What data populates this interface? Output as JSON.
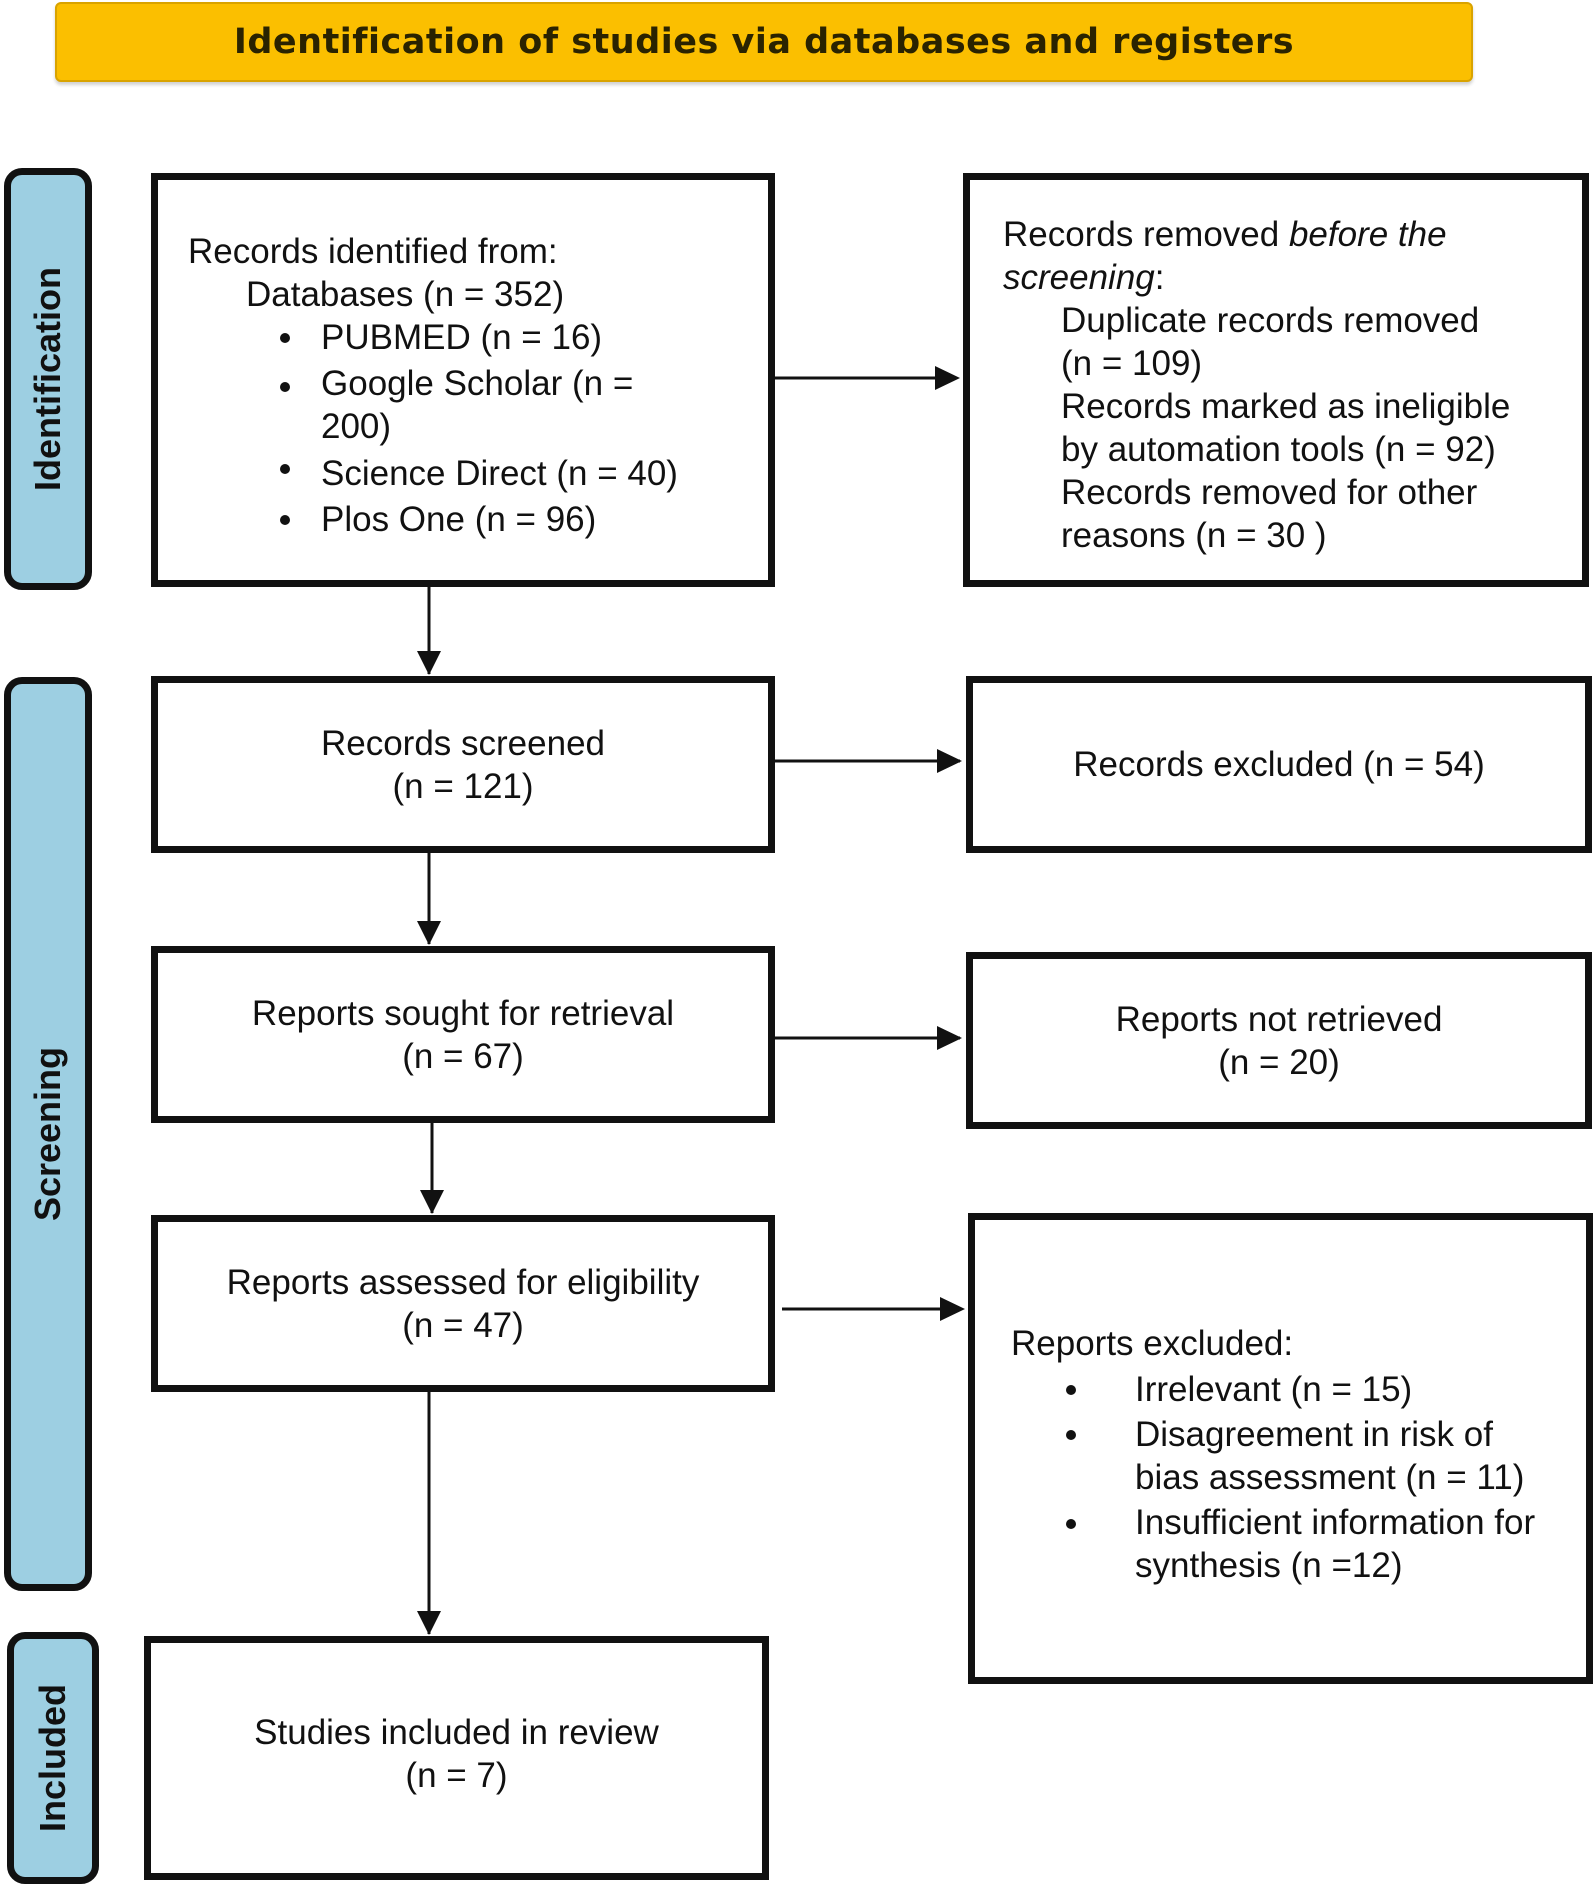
{
  "header": {
    "title": "Identification of studies via databases and registers"
  },
  "phases": {
    "identification": "Identification",
    "screening": "Screening",
    "included": "Included"
  },
  "identified": {
    "heading": "Records identified from:",
    "databases": "Databases (n = 352)",
    "sources": [
      "PUBMED (n = 16)",
      "Google Scholar (n =",
      "200)",
      "Science Direct (n = 40)",
      "Plos One (n = 96)"
    ]
  },
  "removed": {
    "heading_prefix": "Records removed ",
    "heading_italic_1": "before the",
    "heading_italic_2": "screening",
    "heading_suffix": ":",
    "lines": [
      "Duplicate records removed",
      "(n = 109)",
      "Records marked as ineligible",
      "by automation tools (n = 92)",
      "Records removed for other",
      "reasons (n = 30 )"
    ]
  },
  "screened": {
    "label": "Records screened",
    "count": "(n = 121)"
  },
  "excluded_records": {
    "label": "Records excluded (n = 54)"
  },
  "sought": {
    "label": "Reports sought for retrieval",
    "count": "(n = 67)"
  },
  "not_retrieved": {
    "label": "Reports not retrieved",
    "count": "(n = 20)"
  },
  "assessed": {
    "label": "Reports assessed for eligibility",
    "count": "(n = 47)"
  },
  "reports_excluded": {
    "heading": "Reports excluded:",
    "reasons": [
      "Irrelevant (n = 15)",
      "Disagreement in risk of",
      "bias assessment (n = 11)",
      "Insufficient information for",
      "synthesis (n =12)"
    ]
  },
  "included_studies": {
    "label": "Studies included in review",
    "count": "(n = 7)"
  }
}
